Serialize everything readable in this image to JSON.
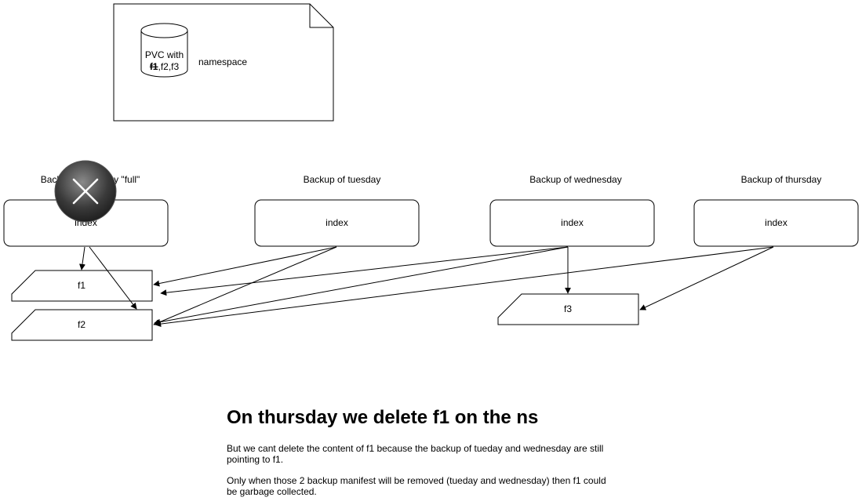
{
  "namespace": {
    "label": "namespace",
    "pvc_line1": "PVC with",
    "pvc_struck": "f1",
    "pvc_rest": ",f2,f3"
  },
  "backups": [
    {
      "label": "Backup of monday \"full\"",
      "index": "index",
      "deleted": true
    },
    {
      "label": "Backup of tuesday",
      "index": "index"
    },
    {
      "label": "Backup of wednesday",
      "index": "index"
    },
    {
      "label": "Backup of thursday",
      "index": "index"
    }
  ],
  "files": [
    "f1",
    "f2",
    "f3"
  ],
  "delete_icon": "close-icon",
  "note": {
    "title": "On thursday we delete f1 on the ns",
    "paragraph1": "But we cant delete the content of f1 because the backup of tueday and wednesday are still pointing to f1.",
    "paragraph2": "Only when those 2 backup manifest will be removed (tueday and wednesday) then f1 could be garbage collected."
  }
}
